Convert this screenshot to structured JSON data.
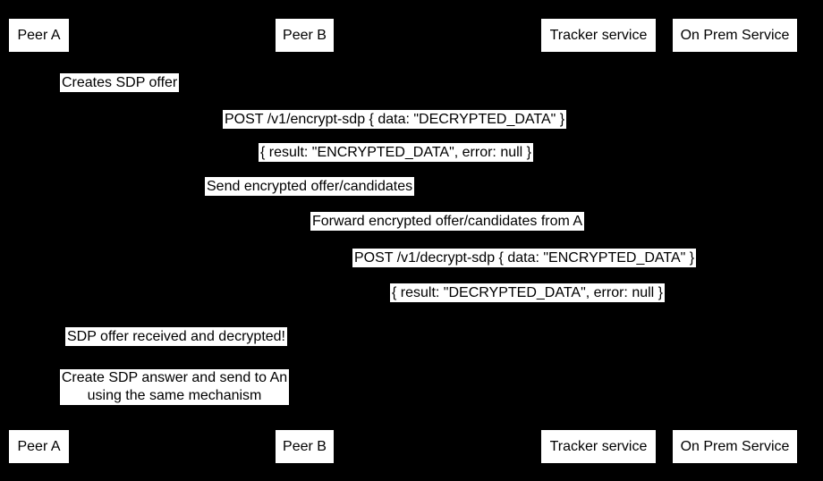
{
  "diagram": {
    "type": "sequence-diagram",
    "colors": {
      "background": "#000000",
      "box_fill": "#ffffff",
      "text": "#000000"
    },
    "actors": [
      {
        "label": "Peer A"
      },
      {
        "label": "Peer B"
      },
      {
        "label": "Tracker service"
      },
      {
        "label": "On Prem Service"
      }
    ],
    "messages": [
      {
        "text": "Creates SDP offer"
      },
      {
        "text": "POST /v1/encrypt-sdp { data: \"DECRYPTED_DATA\" }"
      },
      {
        "text": "{ result: \"ENCRYPTED_DATA\", error: null }"
      },
      {
        "text": "Send encrypted offer/candidates"
      },
      {
        "text": "Forward encrypted offer/candidates from A"
      },
      {
        "text": "POST /v1/decrypt-sdp { data: \"ENCRYPTED_DATA\" }"
      },
      {
        "text": "{ result: \"DECRYPTED_DATA\", error: null }"
      },
      {
        "text": "SDP offer received and decrypted!"
      },
      {
        "text": "Create SDP answer and send to An\nusing the same mechanism"
      }
    ]
  }
}
